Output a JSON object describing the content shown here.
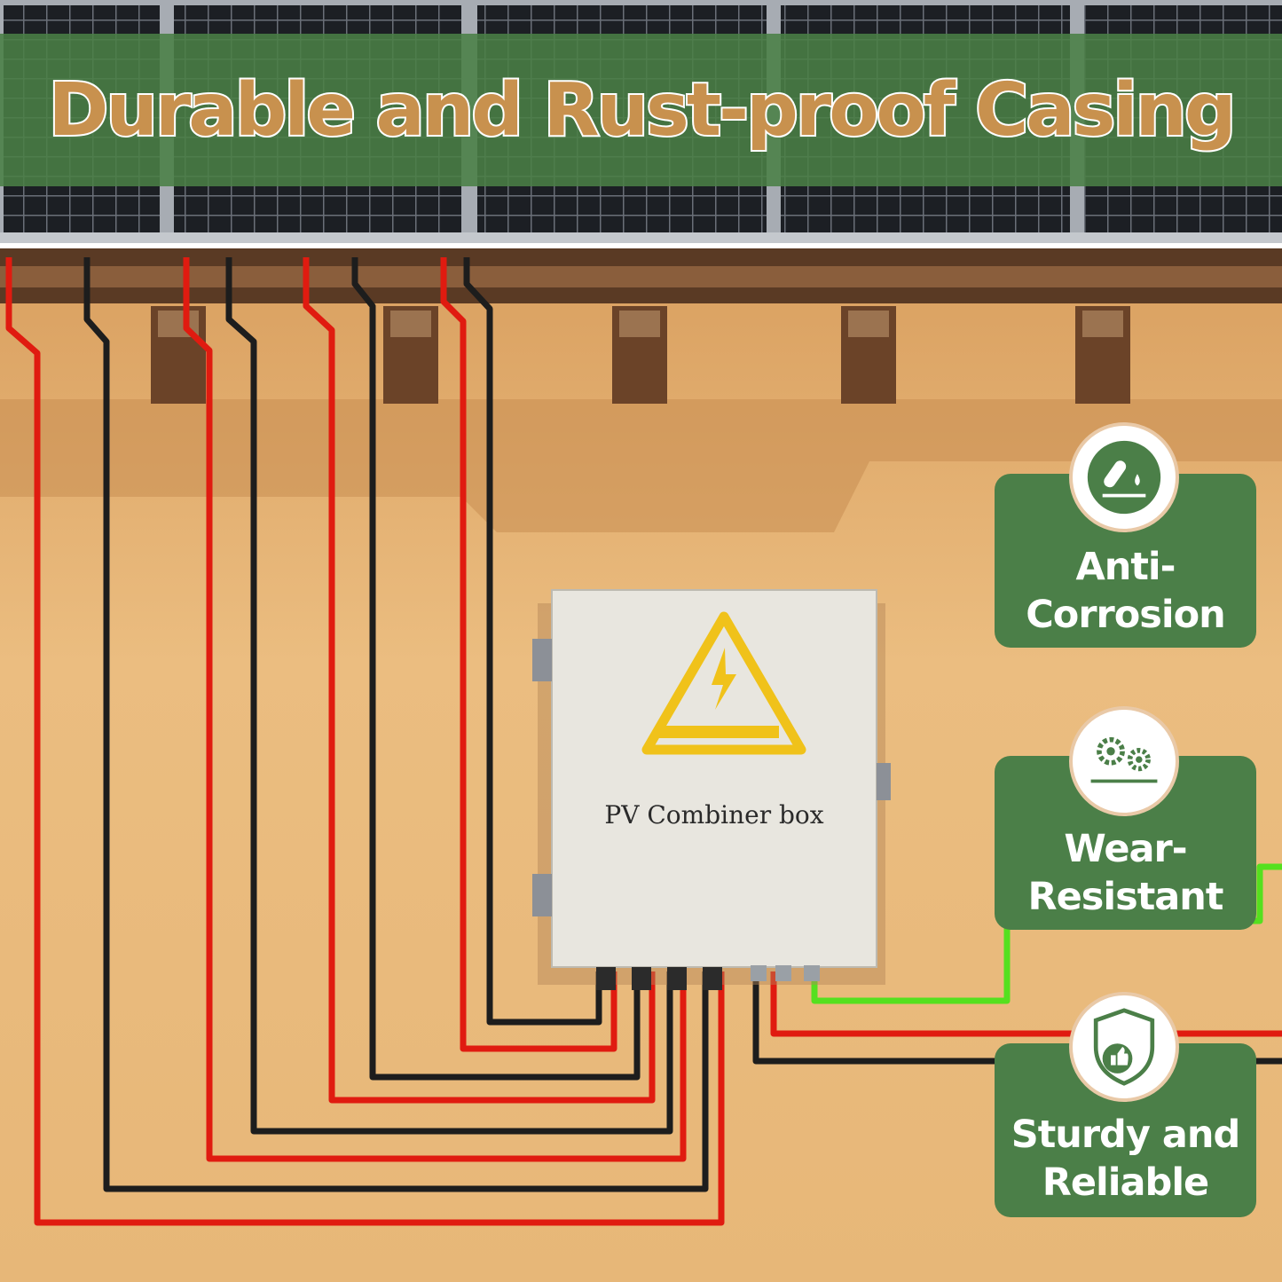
{
  "banner": {
    "title": "Durable and Rust-proof Casing"
  },
  "product": {
    "label": "PV Combiner box",
    "warning_icon": "high-voltage-warning-icon"
  },
  "features": [
    {
      "label_line1": "Anti-",
      "label_line2": "Corrosion",
      "icon": "chemical-drip-icon"
    },
    {
      "label_line1": "Wear-",
      "label_line2": "Resistant",
      "icon": "gears-icon"
    },
    {
      "label_line1": "Sturdy and",
      "label_line2": "Reliable",
      "icon": "shield-thumbs-up-icon"
    }
  ],
  "colors": {
    "accent_green": "#4b7f48",
    "title_gold": "#c8914e",
    "wall": "#e9ba7a",
    "cable_red": "#e01b10",
    "cable_black": "#1d1d1d",
    "cable_green": "#55e01f"
  }
}
